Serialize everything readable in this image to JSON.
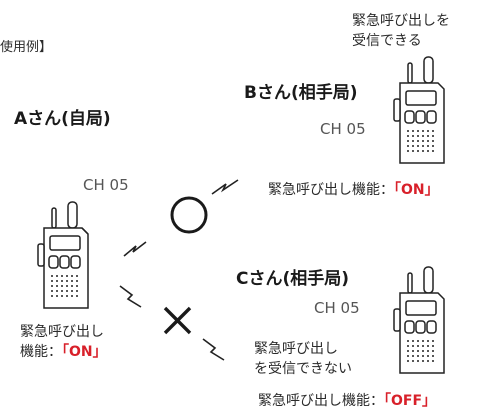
{
  "header_fragment": "使用例】",
  "station_a": {
    "title": "Aさん(自局)",
    "channel": "CH 05",
    "caption_line1": "緊急呼び出し",
    "caption_line2_prefix": "機能：",
    "setting": "「ON」"
  },
  "station_b": {
    "title": "Bさん(相手局)",
    "channel": "CH 05",
    "note_line1": "緊急呼び出しを",
    "note_line2": "受信できる",
    "caption_prefix": "緊急呼び出し機能：",
    "setting": "「ON」"
  },
  "station_c": {
    "title": "Cさん(相手局)",
    "channel": "CH 05",
    "note_line1": "緊急呼び出し",
    "note_line2": "を受信できない",
    "caption_prefix": "緊急呼び出し機能：",
    "setting": "「OFF」"
  },
  "symbols": {
    "success": "circle-symbol",
    "fail": "cross-symbol"
  }
}
